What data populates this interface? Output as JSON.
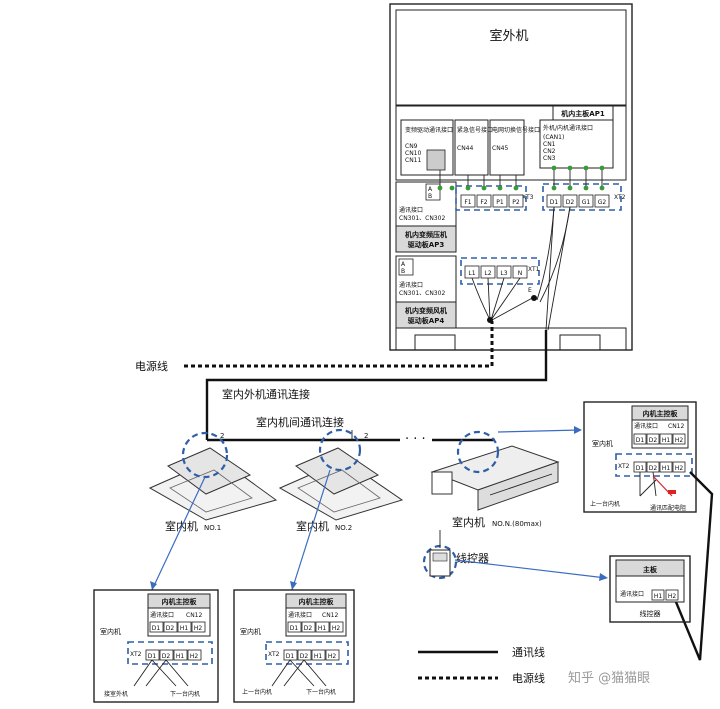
{
  "outdoor_unit": {
    "title": "室外机",
    "main_board": "机内主板AP1",
    "inv_comm_port": "变频驱动通讯接口",
    "inv_comm_pins": [
      "CN9",
      "CN10",
      "CN11"
    ],
    "emergency_port": "紧急信号接口",
    "emergency_pin": "CN44",
    "meter_port": "电网切换信号接口",
    "meter_pin": "CN45",
    "indoor_comm_port": "外机/内机通讯接口",
    "indoor_comm_pins": [
      "(CAN1)",
      "CN1",
      "CN2",
      "CN3"
    ],
    "xt3_terminals": [
      "F1",
      "F2",
      "P1",
      "P2"
    ],
    "xt3_label": "XT3",
    "xt2_terminals": [
      "D1",
      "D2",
      "G1",
      "G2"
    ],
    "xt2_label": "XT2",
    "xt1_terminals": [
      "L1",
      "L2",
      "L3",
      "N"
    ],
    "xt1_label": "XT1",
    "earth_label": "E",
    "ab_label_a": "A",
    "ab_label_b": "B",
    "comp_board_comm": "通讯接口",
    "comp_board_pins": "CN301、CN302",
    "comp_board_title": "机内变频压机驱动板AP3",
    "fan_board_comm": "通讯接口",
    "fan_board_pins": "CN301、CN302",
    "fan_board_title": "机内变频风机驱动板AP4"
  },
  "labels": {
    "power_line": "电源线",
    "outdoor_indoor_comm": "室内外机通讯连接",
    "indoor_indoor_comm": "室内机间通讯连接",
    "two_a": "2",
    "two_b": "2",
    "dots": "· · ·",
    "indoor1": "室内机",
    "indoor1_no": "NO.1",
    "indoor2": "室内机",
    "indoor2_no": "NO.2",
    "indoorN": "室内机",
    "indoorN_no": "NO.N.(80max)",
    "wired_controller": "线控器"
  },
  "indoor_board": {
    "title": "内机主控板",
    "comm_port": "通讯接口",
    "comm_pin": "CN12",
    "terms_top": [
      "D1",
      "D2",
      "H1",
      "H2"
    ],
    "terms_bottom": [
      "D1",
      "D2",
      "H1",
      "H2"
    ],
    "xt2": "XT2",
    "side_label": "室内机",
    "to_outdoor": "接室外机",
    "to_next": "下一台内机",
    "from_prev": "上一台内机",
    "matching_resistor": "通讯匹配电阻"
  },
  "controller_box": {
    "title": "主板",
    "comm_port": "通讯接口",
    "label": "线控器",
    "h1": "H1",
    "h2": "H2"
  },
  "legend": {
    "comm_line": "通讯线",
    "power_line": "电源线"
  },
  "watermark": "知乎 @猫猫眼"
}
